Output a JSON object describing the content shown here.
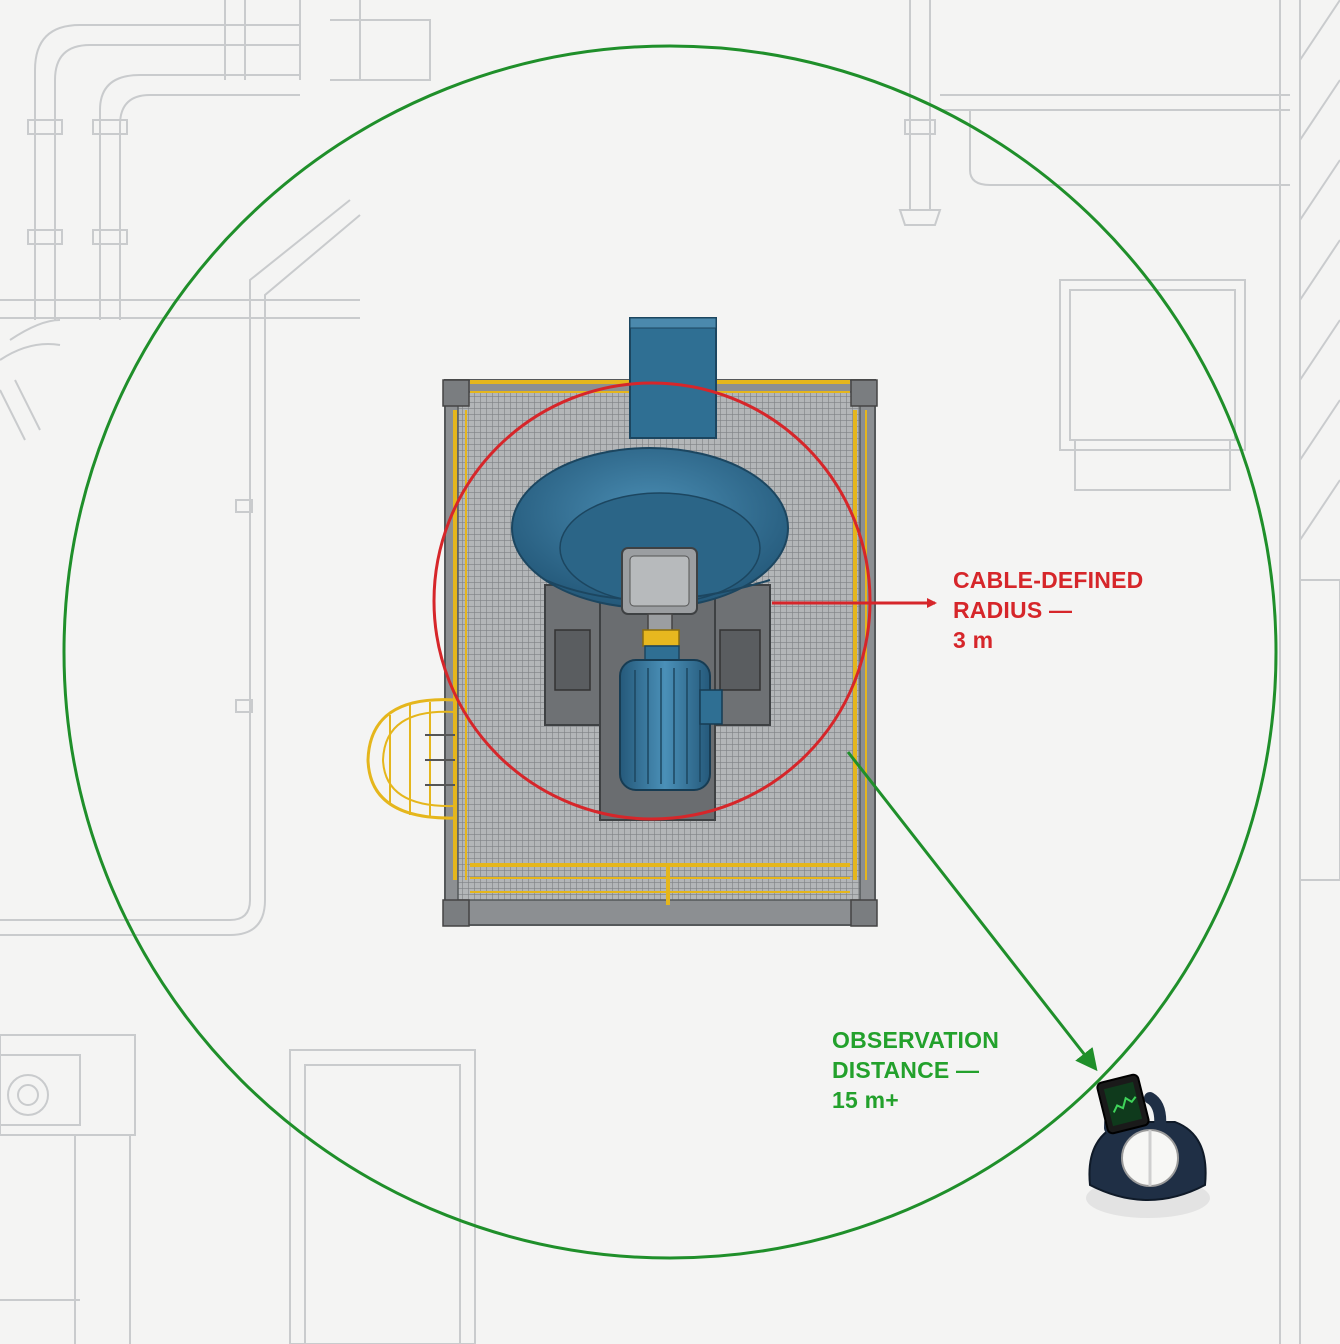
{
  "annotations": {
    "cable_radius": {
      "lines": [
        "CABLE-DEFINED",
        "RADIUS —",
        "3 m"
      ],
      "color": "#d6262a"
    },
    "observation_distance": {
      "lines": [
        "OBSERVATION",
        "DISTANCE —",
        "15 m+"
      ],
      "color": "#23a12c"
    }
  },
  "colors": {
    "background": "#f4f4f3",
    "blueprint_lines": "#c9cbcd",
    "equipment_blue": "#2f6f93",
    "railing_yellow": "#e5b61c",
    "grating": "#8d9093"
  }
}
